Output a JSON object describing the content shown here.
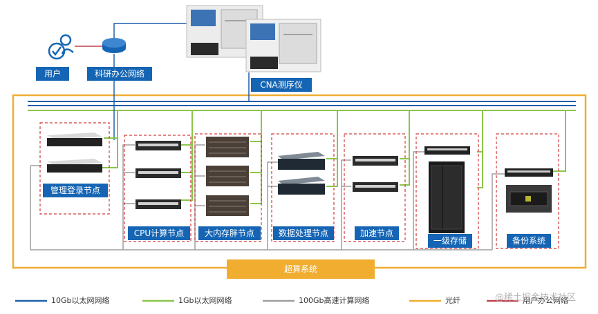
{
  "labels": {
    "user": "用户",
    "office_net": "科研办公网络",
    "cna_sequencer": "CNA测序仪",
    "mgmt_nodes": "管理登录节点",
    "cpu_nodes": "CPU计算节点",
    "bigmem_nodes": "大内存胖节点",
    "dataproc_nodes": "数据处理节点",
    "accel_nodes": "加速节点",
    "primary_storage": "一级存储",
    "backup_system": "备份系统",
    "supercomputer_system": "超算系统"
  },
  "legend": [
    {
      "label": "10Gb以太网网络",
      "color": "#1f5fa8"
    },
    {
      "label": "1Gb以太网网络",
      "color": "#8ac64a"
    },
    {
      "label": "100Gb高速计算网络",
      "color": "#9e9e9e"
    },
    {
      "label": "光纤",
      "color": "#f0ad30"
    },
    {
      "label": "用户办公网络",
      "color": "#c0404a"
    }
  ],
  "watermark": "@稀土掘金技术社区",
  "colors": {
    "accent_blue": "#1565b4",
    "frame_orange": "#f0ad30",
    "group_border": "#d23a3a"
  }
}
